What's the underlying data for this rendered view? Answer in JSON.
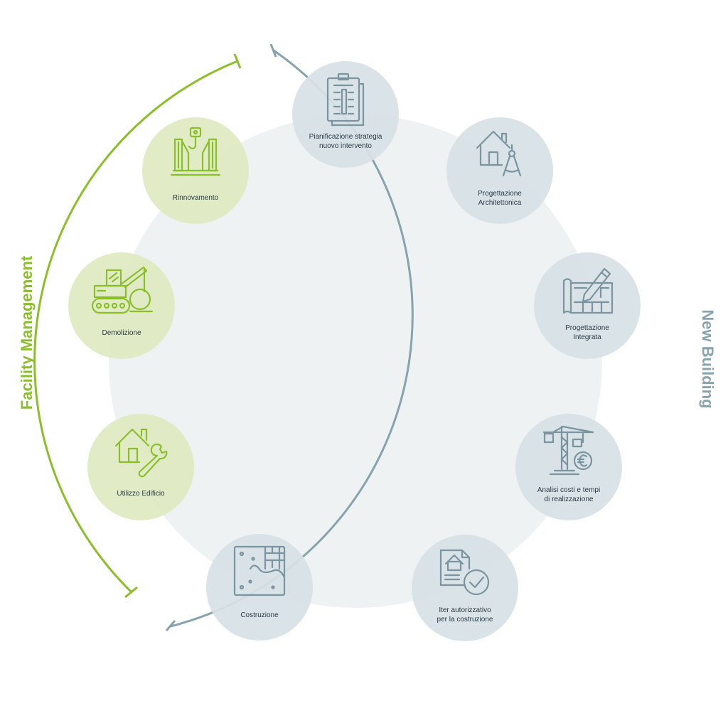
{
  "colors": {
    "background": "#ffffff",
    "center_fill": "#eef2f3",
    "grey_node": "#d7e1e5",
    "green_node": "#dfebc2",
    "grey_line": "#86a3ae",
    "green_line": "#8bbf2a",
    "grey_icon": "#7b95a0",
    "green_icon": "#8bbf2a",
    "label_text": "#2b3a44"
  },
  "arcs": {
    "new_building": {
      "title": "New Building"
    },
    "facility_management": {
      "title": "Facility Management"
    }
  },
  "nodes": [
    {
      "id": "pianificazione",
      "label_line1": "Pianificazione strategia",
      "label_line2": "nuovo intervento",
      "group": "new-building",
      "icon": "clipboard-icon"
    },
    {
      "id": "progettazione-architettonica",
      "label_line1": "Progettazione",
      "label_line2": "Architettonica",
      "group": "new-building",
      "icon": "house-compass-icon"
    },
    {
      "id": "progettazione-integrata",
      "label_line1": "Progettazione",
      "label_line2": "Integrata",
      "group": "new-building",
      "icon": "blueprint-pencil-icon"
    },
    {
      "id": "analisi-costi",
      "label_line1": "Analisi costi e tempi",
      "label_line2": "di realizzazione",
      "group": "new-building",
      "icon": "crane-euro-icon"
    },
    {
      "id": "iter-autorizzativo",
      "label_line1": "Iter autorizzativo",
      "label_line2": "per la costruzione",
      "group": "new-building",
      "icon": "document-check-icon"
    },
    {
      "id": "costruzione",
      "label_line1": "Costruzione",
      "label_line2": "",
      "group": "new-building",
      "icon": "brick-wall-icon"
    },
    {
      "id": "utilizzo-edificio",
      "label_line1": "Utilizzo Edificio",
      "label_line2": "",
      "group": "facility-management",
      "icon": "house-wrench-icon"
    },
    {
      "id": "demolizione",
      "label_line1": "Demolizione",
      "label_line2": "",
      "group": "facility-management",
      "icon": "wrecking-crane-icon"
    },
    {
      "id": "rinnovamento",
      "label_line1": "Rinnovamento",
      "label_line2": "",
      "group": "facility-management",
      "icon": "hook-frame-icon"
    }
  ]
}
